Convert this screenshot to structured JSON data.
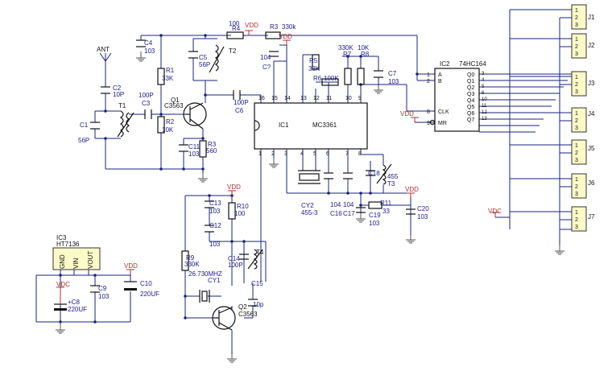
{
  "labels": [
    {
      "id": "ant",
      "text": "ANT"
    },
    {
      "id": "c2",
      "text": "C2"
    },
    {
      "id": "c2v",
      "text": "10P"
    },
    {
      "id": "t1",
      "text": "T1"
    },
    {
      "id": "c1",
      "text": "C1"
    },
    {
      "id": "c1v",
      "text": "56P"
    },
    {
      "id": "c3v",
      "text": "100P"
    },
    {
      "id": "c3",
      "text": "C3"
    },
    {
      "id": "c4",
      "text": "C4"
    },
    {
      "id": "c4v",
      "text": "103"
    },
    {
      "id": "r1",
      "text": "R1"
    },
    {
      "id": "r1v",
      "text": "33K"
    },
    {
      "id": "r2",
      "text": "R2"
    },
    {
      "id": "r2v",
      "text": "10K"
    },
    {
      "id": "q1",
      "text": "Q1"
    },
    {
      "id": "q1v",
      "text": "C3563"
    },
    {
      "id": "c5",
      "text": "C5"
    },
    {
      "id": "c5v",
      "text": "56P"
    },
    {
      "id": "t2",
      "text": "T2"
    },
    {
      "id": "r4v",
      "text": "100"
    },
    {
      "id": "r4",
      "text": "R4"
    },
    {
      "id": "vdd1",
      "text": "VDD"
    },
    {
      "id": "r3t",
      "text": "R3"
    },
    {
      "id": "r3tv",
      "text": "330k"
    },
    {
      "id": "c6v",
      "text": "100P"
    },
    {
      "id": "c6",
      "text": "C6"
    },
    {
      "id": "c11",
      "text": "C11"
    },
    {
      "id": "c11v",
      "text": "103"
    },
    {
      "id": "r3",
      "text": "R3"
    },
    {
      "id": "r3v",
      "text": "560"
    },
    {
      "id": "ctop",
      "text": "104"
    },
    {
      "id": "ctopc",
      "text": "C?"
    },
    {
      "id": "vdd2",
      "text": "VDD"
    },
    {
      "id": "r5",
      "text": "R5"
    },
    {
      "id": "r5v",
      "text": "33K"
    },
    {
      "id": "r6",
      "text": "R6"
    },
    {
      "id": "r6v",
      "text": "100K"
    },
    {
      "id": "r7v",
      "text": "330K"
    },
    {
      "id": "r8v",
      "text": "10K"
    },
    {
      "id": "r7",
      "text": "R7"
    },
    {
      "id": "r8",
      "text": "R8"
    },
    {
      "id": "c7",
      "text": "C7"
    },
    {
      "id": "c7v",
      "text": "103"
    },
    {
      "id": "ic1",
      "text": "IC1"
    },
    {
      "id": "ic1p",
      "text": "MC3361"
    },
    {
      "id": "ic2",
      "text": "IC2"
    },
    {
      "id": "ic2p",
      "text": "74HC164"
    },
    {
      "id": "vdd3",
      "text": "VDD"
    },
    {
      "id": "cy2",
      "text": "CY2"
    },
    {
      "id": "cy2v",
      "text": "455-3"
    },
    {
      "id": "c16v",
      "text": "104"
    },
    {
      "id": "c17v",
      "text": "104"
    },
    {
      "id": "c16",
      "text": "C16"
    },
    {
      "id": "c17",
      "text": "C17"
    },
    {
      "id": "c18",
      "text": "C18"
    },
    {
      "id": "t3v",
      "text": "455"
    },
    {
      "id": "t3",
      "text": "T3"
    },
    {
      "id": "c19",
      "text": "C19"
    },
    {
      "id": "c19v",
      "text": "103"
    },
    {
      "id": "r11",
      "text": "R11"
    },
    {
      "id": "r11v",
      "text": "33"
    },
    {
      "id": "vdd4",
      "text": "VDD"
    },
    {
      "id": "c20",
      "text": "C20"
    },
    {
      "id": "c20v",
      "text": "103"
    },
    {
      "id": "vdd5",
      "text": "VDD"
    },
    {
      "id": "c13",
      "text": "C13"
    },
    {
      "id": "c13v",
      "text": "103"
    },
    {
      "id": "r10",
      "text": "R10"
    },
    {
      "id": "r10v",
      "text": "100"
    },
    {
      "id": "c12",
      "text": "C12"
    },
    {
      "id": "c12v",
      "text": "103"
    },
    {
      "id": "r9",
      "text": "R9"
    },
    {
      "id": "r9v",
      "text": "330K"
    },
    {
      "id": "c14",
      "text": "C14"
    },
    {
      "id": "c14v",
      "text": "100P"
    },
    {
      "id": "t4",
      "text": "T4"
    },
    {
      "id": "xtal",
      "text": "26.730MHZ"
    },
    {
      "id": "cy1",
      "text": "CY1"
    },
    {
      "id": "c15",
      "text": "C15"
    },
    {
      "id": "c15v",
      "text": "10p"
    },
    {
      "id": "q2",
      "text": "Q2"
    },
    {
      "id": "q2v",
      "text": "C3563"
    },
    {
      "id": "ic3",
      "text": "IC3"
    },
    {
      "id": "ic3p",
      "text": "HT7136"
    },
    {
      "id": "gnd",
      "text": "GND"
    },
    {
      "id": "vin",
      "text": "VIN"
    },
    {
      "id": "vout",
      "text": "VOUT"
    },
    {
      "id": "vdd6",
      "text": "VDC"
    },
    {
      "id": "vdd7",
      "text": "VDD"
    },
    {
      "id": "c8",
      "text": "+C8"
    },
    {
      "id": "c8v",
      "text": "220UF"
    },
    {
      "id": "c9",
      "text": "C9"
    },
    {
      "id": "c9v",
      "text": "103"
    },
    {
      "id": "c10",
      "text": "C10"
    },
    {
      "id": "c10v",
      "text": "220UF"
    },
    {
      "id": "vdc2",
      "text": "VDC"
    },
    {
      "id": "j1",
      "text": "J1"
    },
    {
      "id": "j2",
      "text": "J2"
    },
    {
      "id": "j3",
      "text": "J3"
    },
    {
      "id": "j4",
      "text": "J4"
    },
    {
      "id": "j5",
      "text": "J5"
    },
    {
      "id": "j6",
      "text": "J6"
    },
    {
      "id": "j7",
      "text": "J7"
    }
  ],
  "ic1_pins_top": [
    "16",
    "15",
    "14",
    "13",
    "12",
    "11",
    "10",
    "9"
  ],
  "ic1_pins_bottom": [
    "1",
    "2",
    "3",
    "4",
    "5",
    "6",
    "7",
    "8"
  ],
  "ic2_inputs": [
    "1",
    "A",
    "2",
    "B",
    "8",
    "CLK",
    "9",
    "MR"
  ],
  "ic2_outputs": [
    {
      "pin": "3",
      "name": "Q0"
    },
    {
      "pin": "4",
      "name": "Q1"
    },
    {
      "pin": "5",
      "name": "Q2"
    },
    {
      "pin": "6",
      "name": "Q3"
    },
    {
      "pin": "10",
      "name": "Q4"
    },
    {
      "pin": "11",
      "name": "Q5"
    },
    {
      "pin": "12",
      "name": "Q6"
    },
    {
      "pin": "13",
      "name": "Q7"
    }
  ],
  "connector_pins": [
    "1",
    "2",
    "3"
  ]
}
